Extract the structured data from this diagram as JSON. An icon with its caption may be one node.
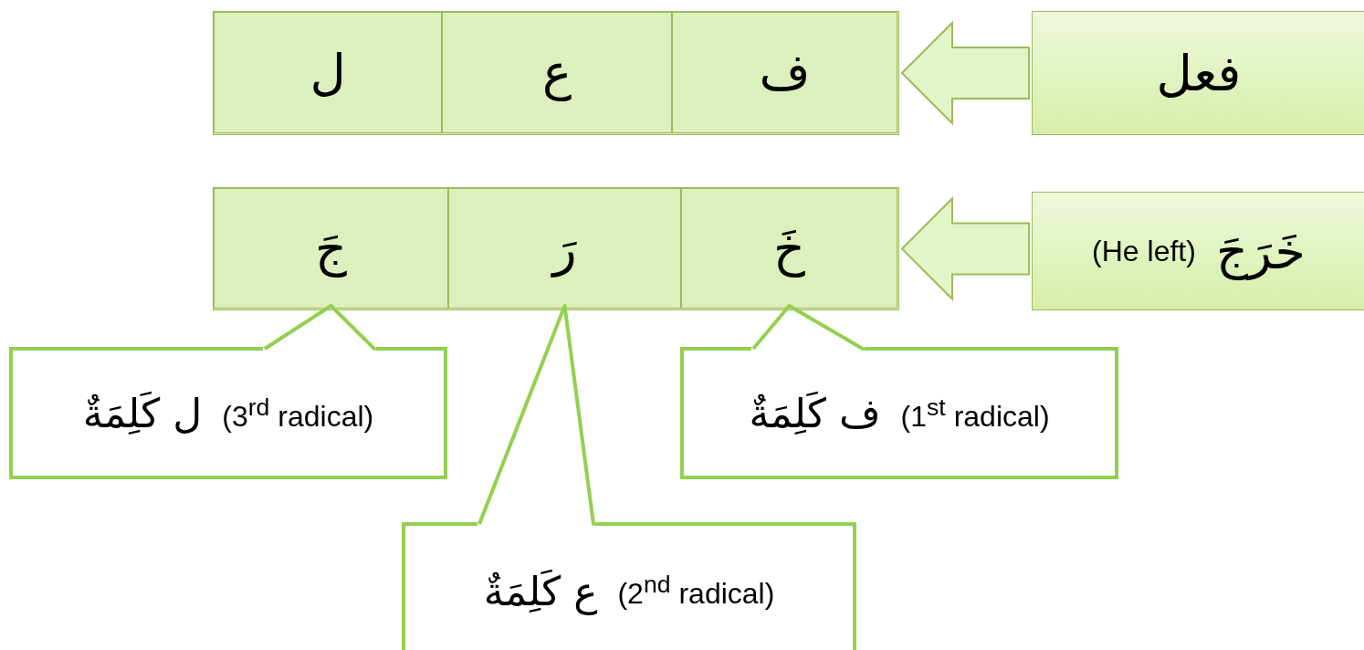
{
  "diagram": {
    "nodes": [
      {
        "text": [],
        "shape": "box"
      },
      {
        "text": [
          "ل"
        ],
        "in": 0
      },
      {
        "text": [
          "ع"
        ],
        "in": 0
      },
      {
        "text": [
          "ف"
        ],
        "in": 0
      },
      {
        "text": [
          "فعل"
        ]
      },
      {
        "text": [],
        "shape": "box"
      },
      {
        "text": [
          "جَ"
        ],
        "in": 5
      },
      {
        "text": [
          "رَ"
        ],
        "in": 5
      },
      {
        "text": [
          "خَ"
        ],
        "in": 5
      },
      {
        "text": [
          "خَرَجَ",
          "(He left)"
        ]
      },
      {
        "text": [
          "(3$^{rd}$ radical)",
          "ل كَلِمَةٌ"
        ]
      },
      {
        "text": [
          "(1$^{st}$ radical)",
          "ف كَلِمَةٌ"
        ]
      },
      {
        "text": [
          "(2$^{nd}$ radical)",
          "ع كَلِمَةٌ"
        ]
      }
    ],
    "edges": [
      {
        "from": 4,
        "to": 0,
        "arrow": "to"
      },
      {
        "from": 9,
        "to": 5,
        "arrow": "to"
      },
      {
        "from": 10,
        "to": 6,
        "arrow": "none"
      },
      {
        "from": 11,
        "to": 8,
        "arrow": "none"
      },
      {
        "from": 12,
        "to": 7,
        "arrow": "none"
      }
    ]
  }
}
